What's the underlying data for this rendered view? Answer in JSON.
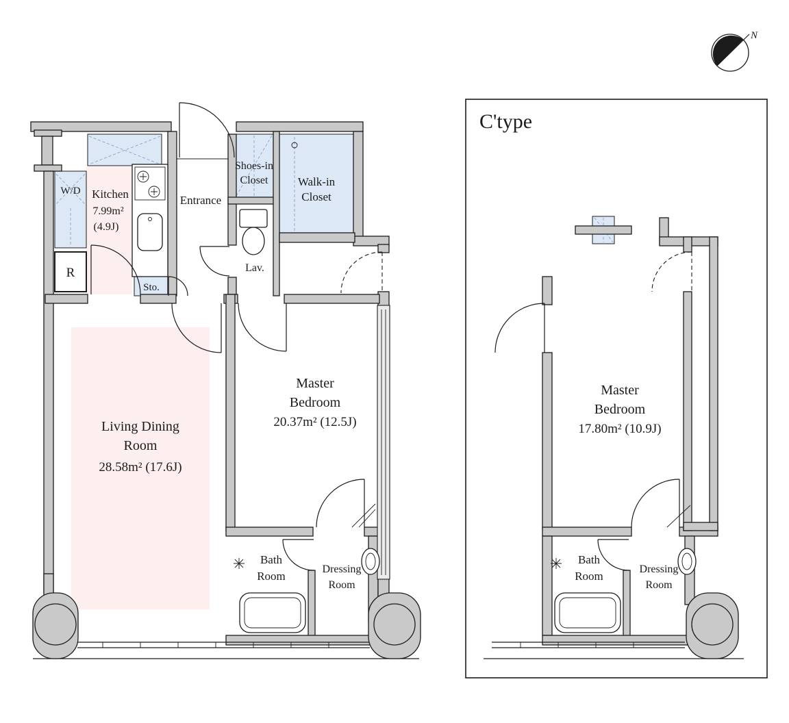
{
  "compass": {
    "north_label": "N"
  },
  "plan_a": {
    "wd_label": "W/D",
    "kitchen": {
      "name": "Kitchen",
      "area": "7.99m²",
      "tatami": "(4.9J)"
    },
    "refrigerator_label": "R",
    "entrance_label": "Entrance",
    "storage_label": "Sto.",
    "shoes_closet": {
      "line1": "Shoes-in",
      "line2": "Closet"
    },
    "walk_in_closet": {
      "line1": "Walk-in",
      "line2": "Closet"
    },
    "lavatory_label": "Lav.",
    "living_dining": {
      "line1": "Living Dining",
      "line2": "Room",
      "area": "28.58m² (17.6J)"
    },
    "master_bedroom": {
      "line1": "Master",
      "line2": "Bedroom",
      "area": "20.37m² (12.5J)"
    },
    "bath_room": {
      "line1": "Bath",
      "line2": "Room"
    },
    "dressing_room": {
      "line1": "Dressing",
      "line2": "Room"
    }
  },
  "plan_b": {
    "title": "C'type",
    "master_bedroom": {
      "line1": "Master",
      "line2": "Bedroom",
      "area": "17.80m² (10.9J)"
    },
    "bath_room": {
      "line1": "Bath",
      "line2": "Room"
    },
    "dressing_room": {
      "line1": "Dressing",
      "line2": "Room"
    }
  },
  "colors": {
    "wall_gray": "#c9c9c9",
    "closet_fill": "#dce8f5",
    "floor_pink": "#fdefee",
    "line": "#1c1c1c"
  }
}
